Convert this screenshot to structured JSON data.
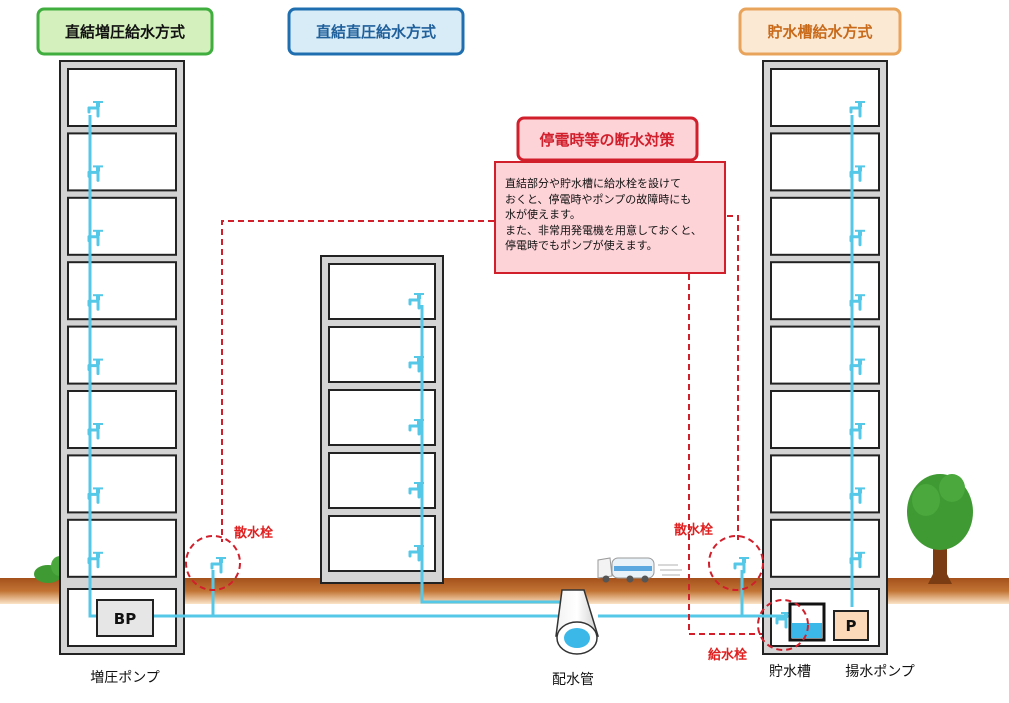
{
  "headers": {
    "booster": "直結増圧給水方式",
    "direct": "直結直圧給水方式",
    "tank": "貯水槽給水方式"
  },
  "outage": {
    "title": "停電時等の断水対策",
    "lines": [
      "直結部分や貯水槽に給水栓を設けて",
      "おくと、停電時やポンプの故障時にも",
      "水が使えます。",
      "また、非常用発電機を用意しておくと、",
      "停電時でもポンプが使えます。"
    ]
  },
  "labels": {
    "bp_box": "BP",
    "p_box": "P",
    "booster_pump": "増圧ポンプ",
    "main_pipe": "配水管",
    "storage_tank": "貯水槽",
    "lift_pump": "揚水ポンプ",
    "sprinkler_left": "散水栓",
    "sprinkler_right": "散水栓",
    "supply_tap": "給水栓"
  },
  "colors": {
    "pipe": "#55c8e8",
    "ground": "#a5511c",
    "building_frame": "#d4d4d4",
    "building_outline": "#222222",
    "tree": "#3f9a33",
    "alert_red": "#d21f2c",
    "booster_header": "#3fae3f",
    "direct_header": "#1f6fb0",
    "tank_header": "#e9a45c"
  }
}
